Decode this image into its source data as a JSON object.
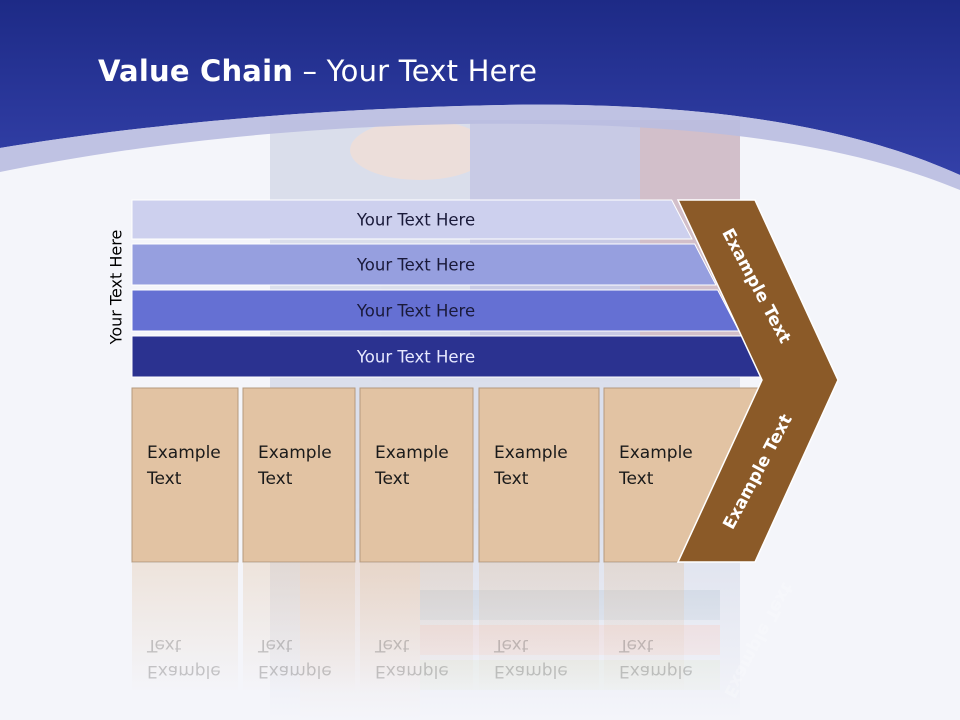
{
  "slide": {
    "title_bold": "Value Chain",
    "title_rest": " – Your Text Here",
    "side_label": "Your Text Here",
    "rows": [
      {
        "label": "Your Text Here",
        "fill": "#cdd0ee",
        "text_color": "#1a1a3a"
      },
      {
        "label": "Your Text Here",
        "fill": "#969fdf",
        "text_color": "#1a1a3a"
      },
      {
        "label": "Your Text Here",
        "fill": "#6570d3",
        "text_color": "#1a1a3a"
      },
      {
        "label": "Your Text Here",
        "fill": "#2b3290",
        "text_color": "#e6e8ff"
      }
    ],
    "boxes": [
      {
        "label": "Example\nText"
      },
      {
        "label": "Example\nText"
      },
      {
        "label": "Example\nText"
      },
      {
        "label": "Example\nText"
      },
      {
        "label": "Example\nText"
      }
    ],
    "chevron_top_label": "Example Text",
    "chevron_bottom_label": "Example Text"
  },
  "colors": {
    "header": "#2a3597",
    "box_fill": "#e2c3a3",
    "chevron_fill": "#8b5a28"
  }
}
